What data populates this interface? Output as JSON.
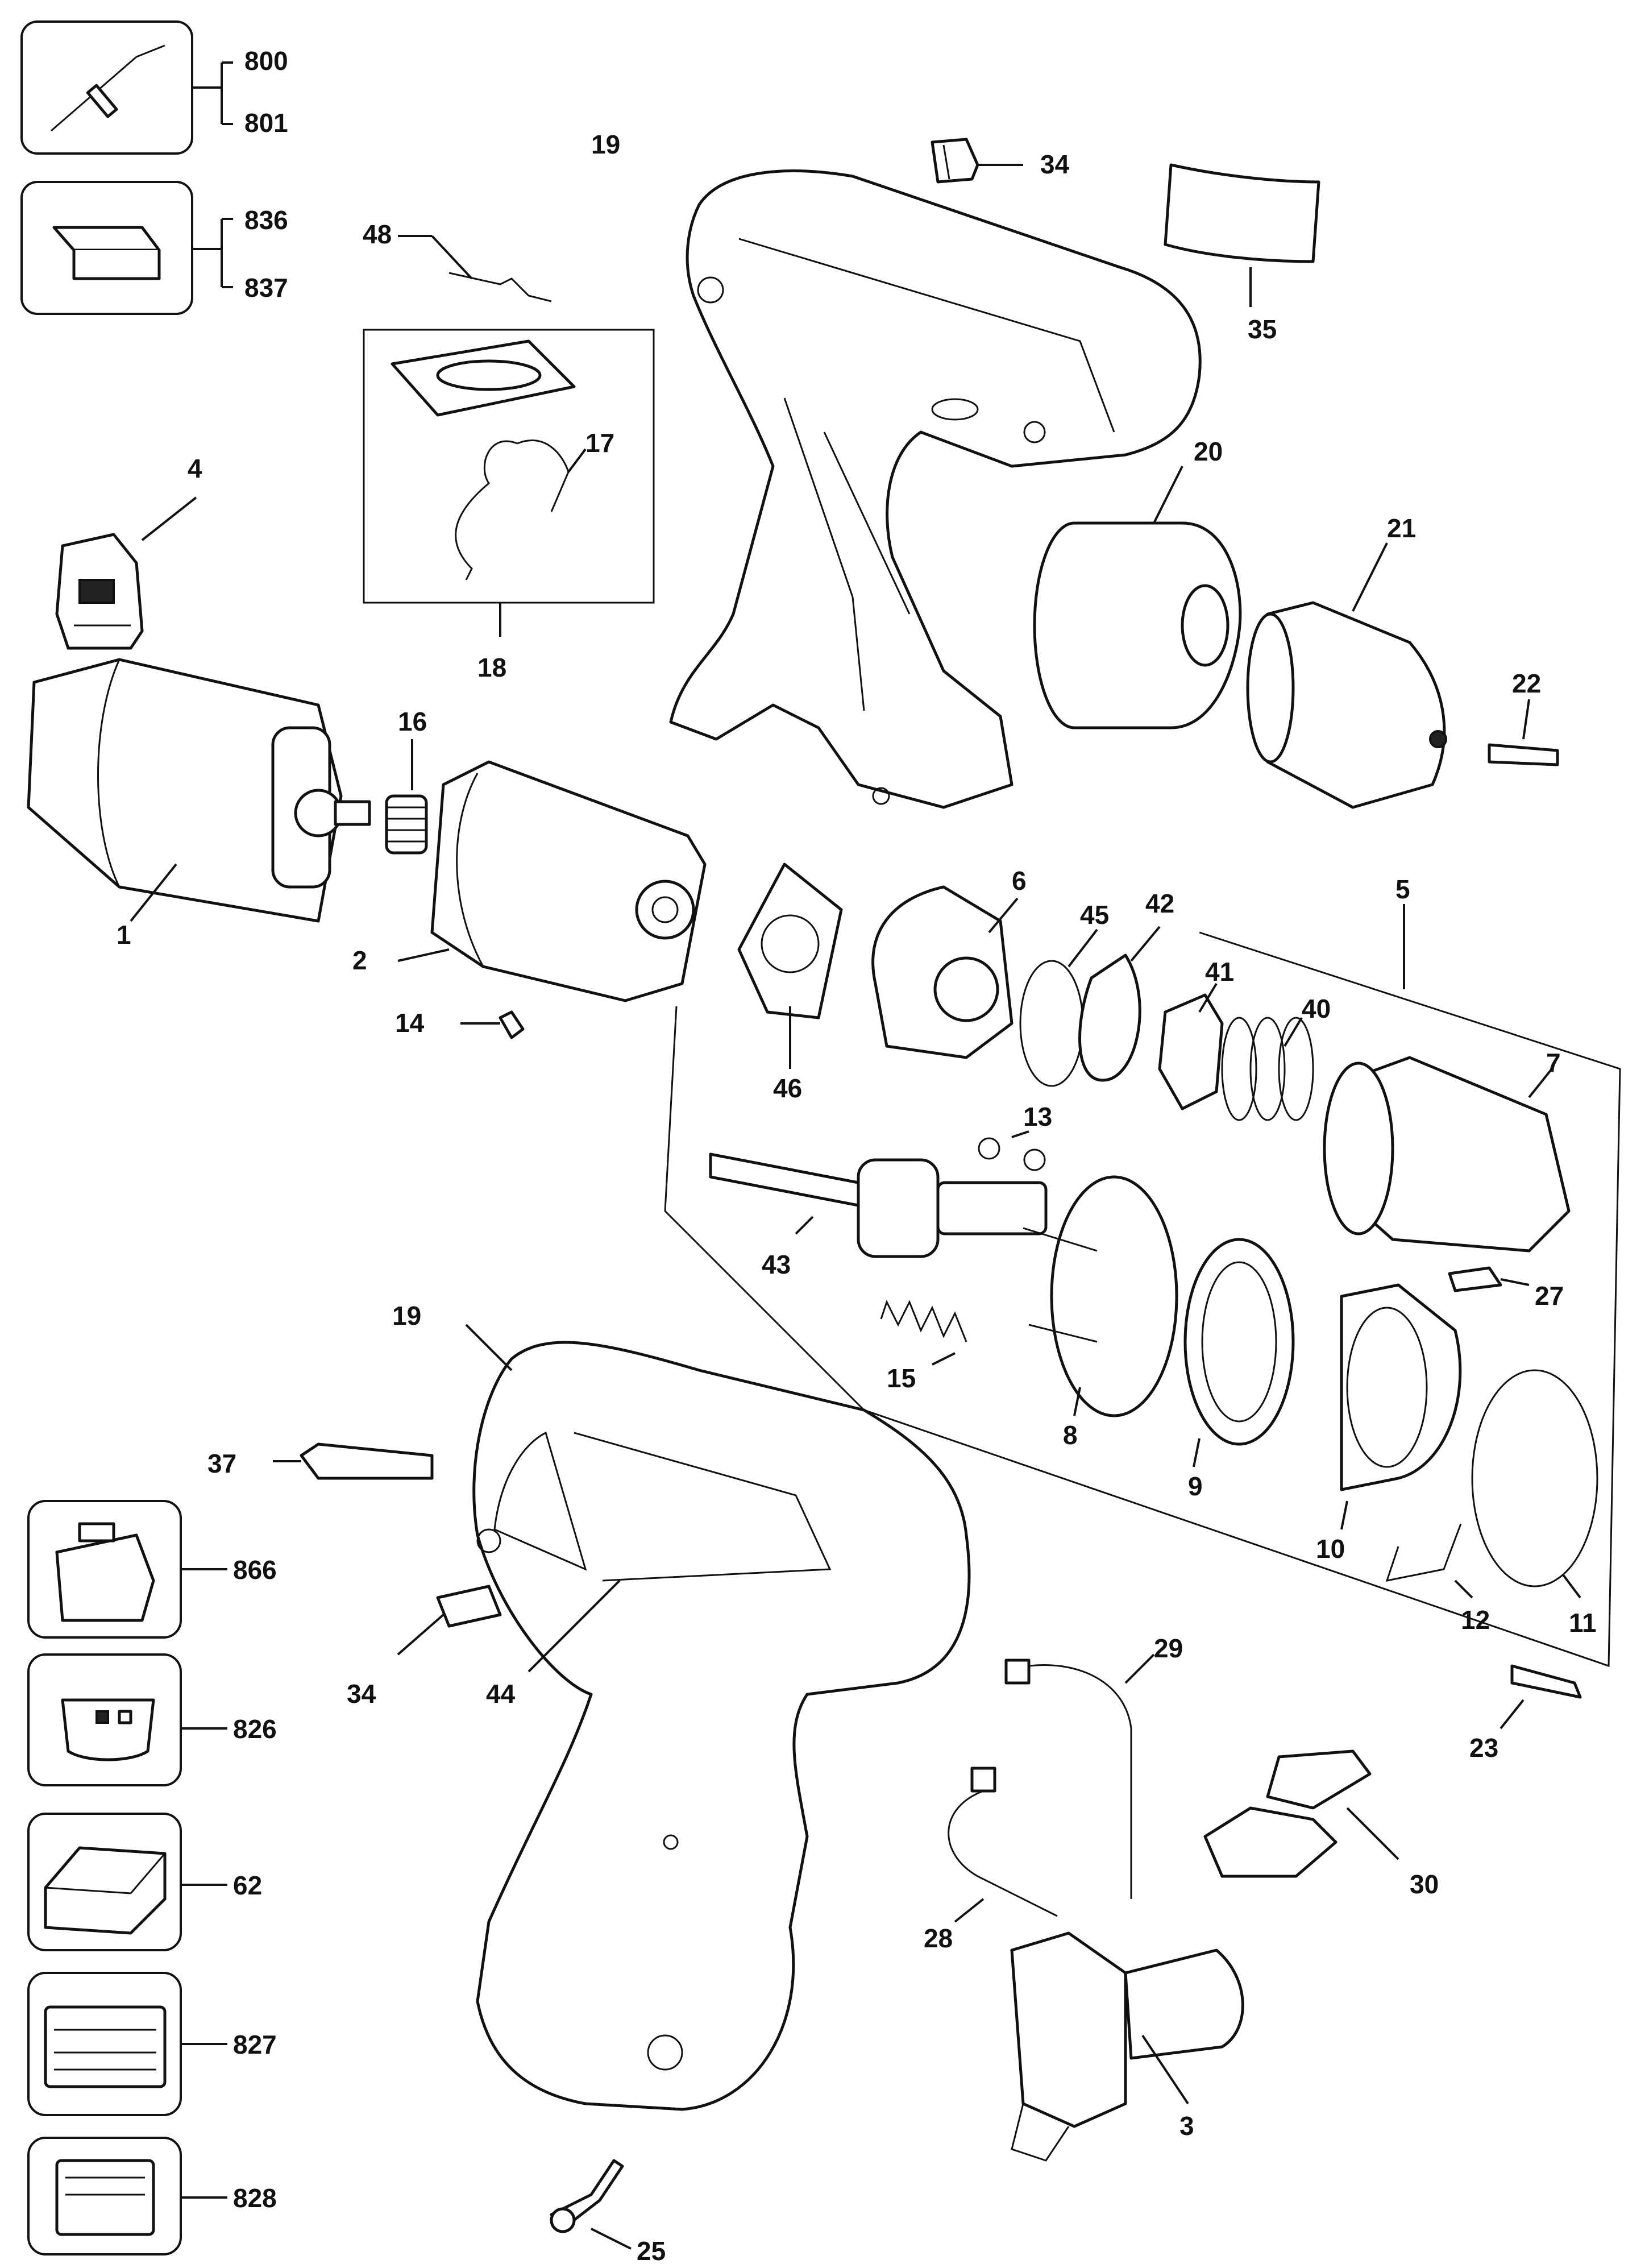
{
  "callouts": {
    "c800": "800",
    "c801": "801",
    "c836": "836",
    "c837": "837",
    "c19a": "19",
    "c34a": "34",
    "c35": "35",
    "c48": "48",
    "c17": "17",
    "c18": "18",
    "c4": "4",
    "c20": "20",
    "c21": "21",
    "c22": "22",
    "c16": "16",
    "c1": "1",
    "c2": "2",
    "c14": "14",
    "c6": "6",
    "c45": "45",
    "c42": "42",
    "c5": "5",
    "c41": "41",
    "c40": "40",
    "c46": "46",
    "c7": "7",
    "c13": "13",
    "c43": "43",
    "c27": "27",
    "c19b": "19",
    "c15": "15",
    "c8": "8",
    "c9": "9",
    "c10": "10",
    "c12": "12",
    "c11": "11",
    "c37": "37",
    "c866": "866",
    "c34b": "34",
    "c44": "44",
    "c29": "29",
    "c23": "23",
    "c826": "826",
    "c28": "28",
    "c30": "30",
    "c62": "62",
    "c3": "3",
    "c827": "827",
    "c828": "828",
    "c25": "25"
  }
}
